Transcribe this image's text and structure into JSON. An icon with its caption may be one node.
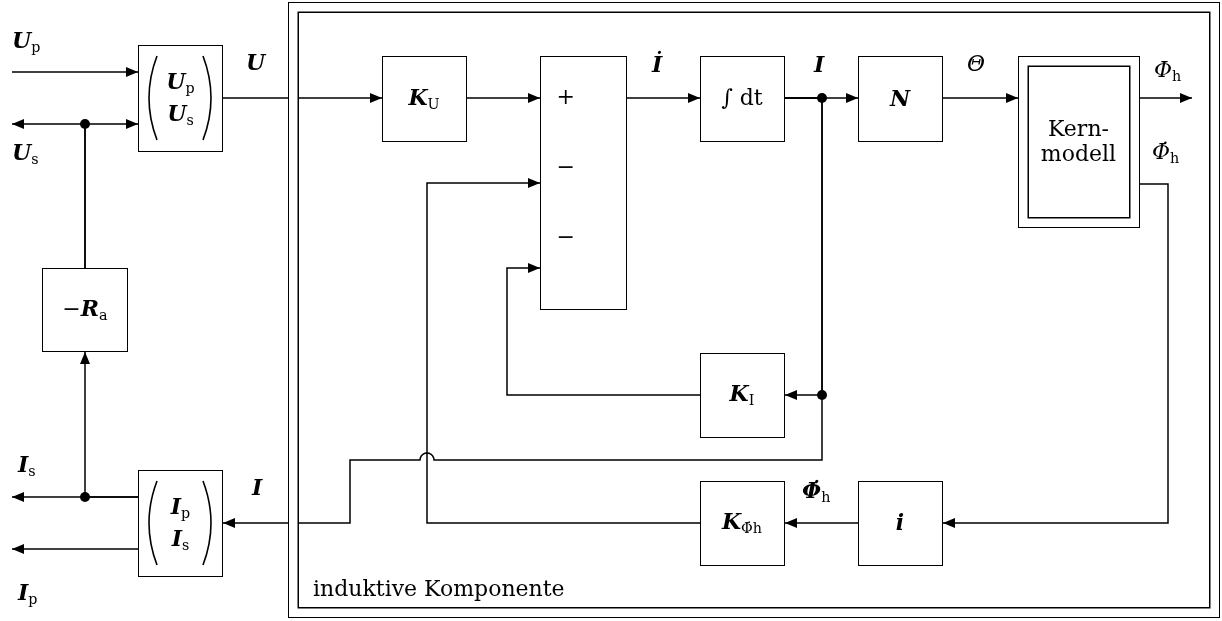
{
  "diagram": {
    "nodes": [
      {
        "text": [
          "induktive Komponente"
        ]
      },
      {
        "text": [
          "**U**$_{p}$",
          "**U**$_{s}$"
        ]
      },
      {
        "text": [
          "−**R**$_{a}$"
        ]
      },
      {
        "text": [
          "**I**$_{p}$",
          "**I**$_{s}$"
        ]
      },
      {
        "text": [
          "**K**$_{U}$"
        ],
        "in": 0
      },
      {
        "text": [
          "+",
          "−",
          "−"
        ],
        "in": 0
      },
      {
        "text": [
          "∫ dt"
        ],
        "in": 0
      },
      {
        "text": [
          "**N**"
        ],
        "in": 0
      },
      {
        "text": [
          "Kern- modell"
        ],
        "in": 0
      },
      {
        "text": [
          "**K**$_{I}$"
        ],
        "in": 0
      },
      {
        "text": [
          "**K**$_{Φ̇h}$"
        ],
        "in": 0
      },
      {
        "text": [
          "**i**"
        ],
        "in": 0
      }
    ],
    "edges": [
      {
        "from": null,
        "to": 1,
        "arrow": "to",
        "label": "**U**$_{p}$"
      },
      {
        "from": 2,
        "to": 1,
        "arrow": "to"
      },
      {
        "from": 2,
        "to": null,
        "arrow": "to",
        "label": "**U**$_{s}$"
      },
      {
        "from": 3,
        "to": null,
        "arrow": "to",
        "label": "**I**$_{s}$"
      },
      {
        "from": 3,
        "to": 2,
        "arrow": "to"
      },
      {
        "from": 3,
        "to": null,
        "arrow": "to",
        "label": "**I**$_{p}$"
      },
      {
        "from": 1,
        "to": 4,
        "arrow": "to",
        "label": "**U**"
      },
      {
        "from": 4,
        "to": 5,
        "arrow": "to"
      },
      {
        "from": 5,
        "to": 6,
        "arrow": "to",
        "label": "**İ**"
      },
      {
        "from": 6,
        "to": 7,
        "arrow": "to",
        "label": "**I**"
      },
      {
        "from": 6,
        "to": 9,
        "arrow": "to"
      },
      {
        "from": 6,
        "to": 3,
        "arrow": "to",
        "label": "**I**"
      },
      {
        "from": 7,
        "to": 8,
        "arrow": "to",
        "label": "*Θ*"
      },
      {
        "from": 8,
        "to": null,
        "arrow": "to",
        "label": "*Φ*$_{h}$"
      },
      {
        "from": 8,
        "to": 11,
        "arrow": "to",
        "label": "*Φ̇*$_{h}$"
      },
      {
        "from": 11,
        "to": 10,
        "arrow": "to",
        "label": "**Φ̇**$_{h}$"
      },
      {
        "from": 10,
        "to": 5,
        "arrow": "to"
      },
      {
        "from": 9,
        "to": 5,
        "arrow": "to"
      }
    ]
  }
}
